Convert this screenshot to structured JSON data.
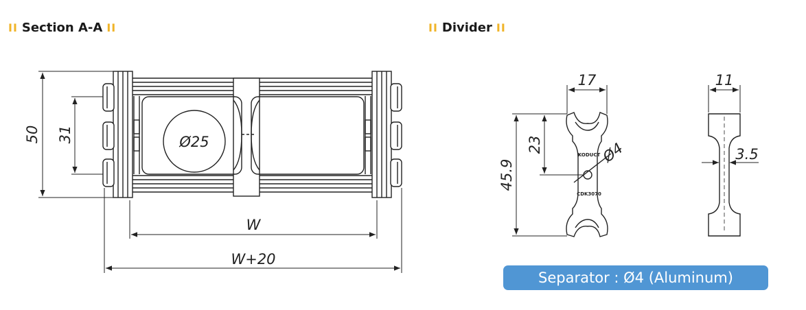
{
  "sections": {
    "section_a": {
      "title": "Section A-A",
      "bars": "II"
    },
    "divider": {
      "title": "Divider",
      "bars": "II"
    }
  },
  "section_a_labels": {
    "height_outer": "50",
    "height_inner": "31",
    "hole": "Ø25",
    "width": "W",
    "width_total": "W+20"
  },
  "divider_labels": {
    "width": "17",
    "thickness": "11",
    "upper": "23",
    "overall": "45.9",
    "hole": "Ø4",
    "web": "3.5",
    "brand_mark": "KODUCT",
    "model_mark": "CDK3070"
  },
  "badge": {
    "text": "Separator : Ø4 (Aluminum)",
    "color": "#5096d4"
  },
  "colors": {
    "accent_bars": "#f0b429",
    "line": "#222222"
  }
}
